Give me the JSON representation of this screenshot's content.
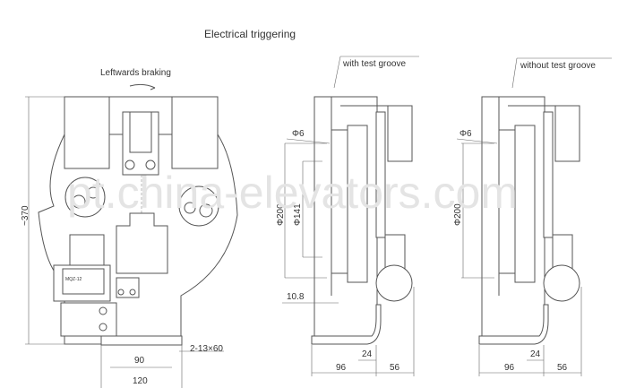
{
  "title": "Electrical triggering",
  "front_view": {
    "direction_label": "Leftwards braking",
    "height_dim": "~370",
    "width_dim_inner": "90",
    "width_dim_outer": "120",
    "slot_dim": "2-13×60",
    "nameplate": "MQZ-12"
  },
  "side_view_with_groove": {
    "label": "with test groove",
    "pin_dim": "Φ6",
    "outer_dia": "Φ200",
    "inner_dia": "Φ141",
    "offset_dim": "10.8",
    "gap_dim": "24",
    "width_left": "96",
    "width_right": "56"
  },
  "side_view_without_groove": {
    "label": "without test groove",
    "pin_dim": "Φ6",
    "outer_dia": "Φ200",
    "gap_dim": "24",
    "width_left": "96",
    "width_right": "56"
  },
  "watermark": "pt.china-elevators.com"
}
